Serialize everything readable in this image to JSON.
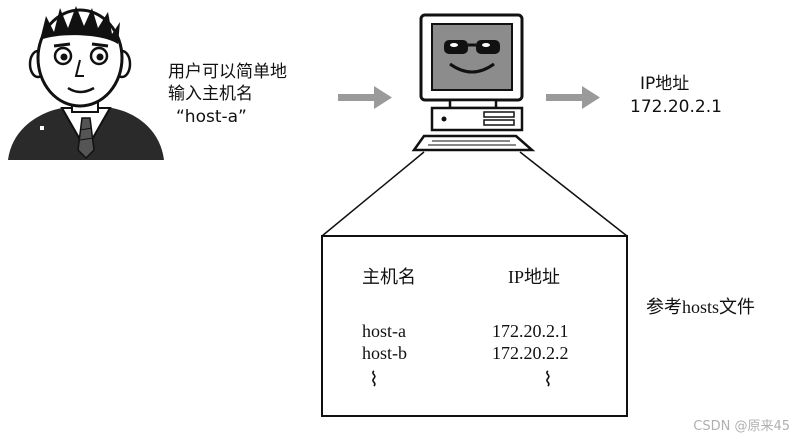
{
  "user_text": {
    "line1": "用户可以简单地",
    "line2": "输入主机名",
    "line3": "“host-a”"
  },
  "ip_label": {
    "title": "IP地址",
    "value": "172.20.2.1"
  },
  "hosts_file": {
    "header_name": "主机名",
    "header_ip": "IP地址",
    "rows": [
      {
        "name": "host-a",
        "ip": "172.20.2.1"
      },
      {
        "name": "host-b",
        "ip": "172.20.2.2"
      }
    ],
    "continuation_mark": "⌇"
  },
  "hosts_caption": "参考hosts文件",
  "watermark": "CSDN @原来45"
}
